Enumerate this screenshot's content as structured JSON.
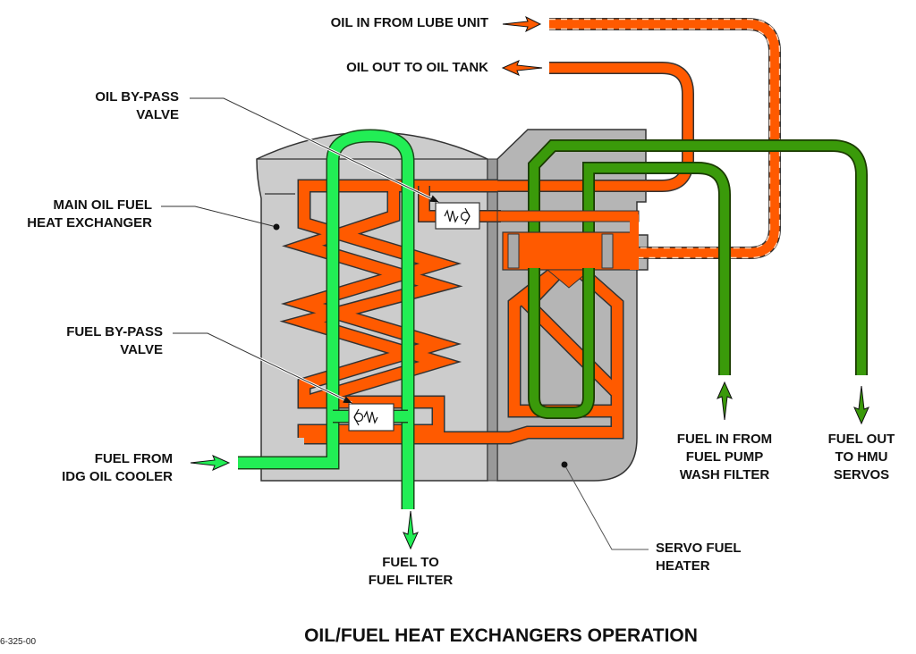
{
  "figure_id": "6-325-00",
  "title": "OIL/FUEL HEAT EXCHANGERS OPERATION",
  "colors": {
    "oil": "#ff5a00",
    "fuel_main": "#22ee55",
    "fuel_servo": "#3a9a0a",
    "housing_main": "#cccccc",
    "housing_servo": "#b5b5b5",
    "outline": "#333333"
  },
  "labels": {
    "oil_in": [
      "OIL IN FROM  LUBE UNIT"
    ],
    "oil_out": [
      "OIL OUT TO OIL TANK"
    ],
    "oil_bypass": [
      "OIL BY-PASS",
      "VALVE"
    ],
    "main_hx": [
      "MAIN OIL FUEL",
      "HEAT EXCHANGER"
    ],
    "fuel_bypass": [
      "FUEL BY-PASS",
      "VALVE"
    ],
    "fuel_from_idg": [
      "FUEL FROM",
      "IDG OIL COOLER"
    ],
    "fuel_to_filter": [
      "FUEL TO",
      "FUEL FILTER"
    ],
    "servo_heater": [
      "SERVO FUEL",
      "HEATER"
    ],
    "fuel_in_pump": [
      "FUEL IN FROM",
      "FUEL PUMP",
      "WASH FILTER"
    ],
    "fuel_out_hmu": [
      "FUEL OUT",
      "TO HMU",
      "SERVOS"
    ]
  },
  "icons": {
    "oil_bypass_valve": "check-valve-spring",
    "fuel_bypass_valve": "check-valve-spring",
    "flow_arrows": "flow-arrow"
  }
}
